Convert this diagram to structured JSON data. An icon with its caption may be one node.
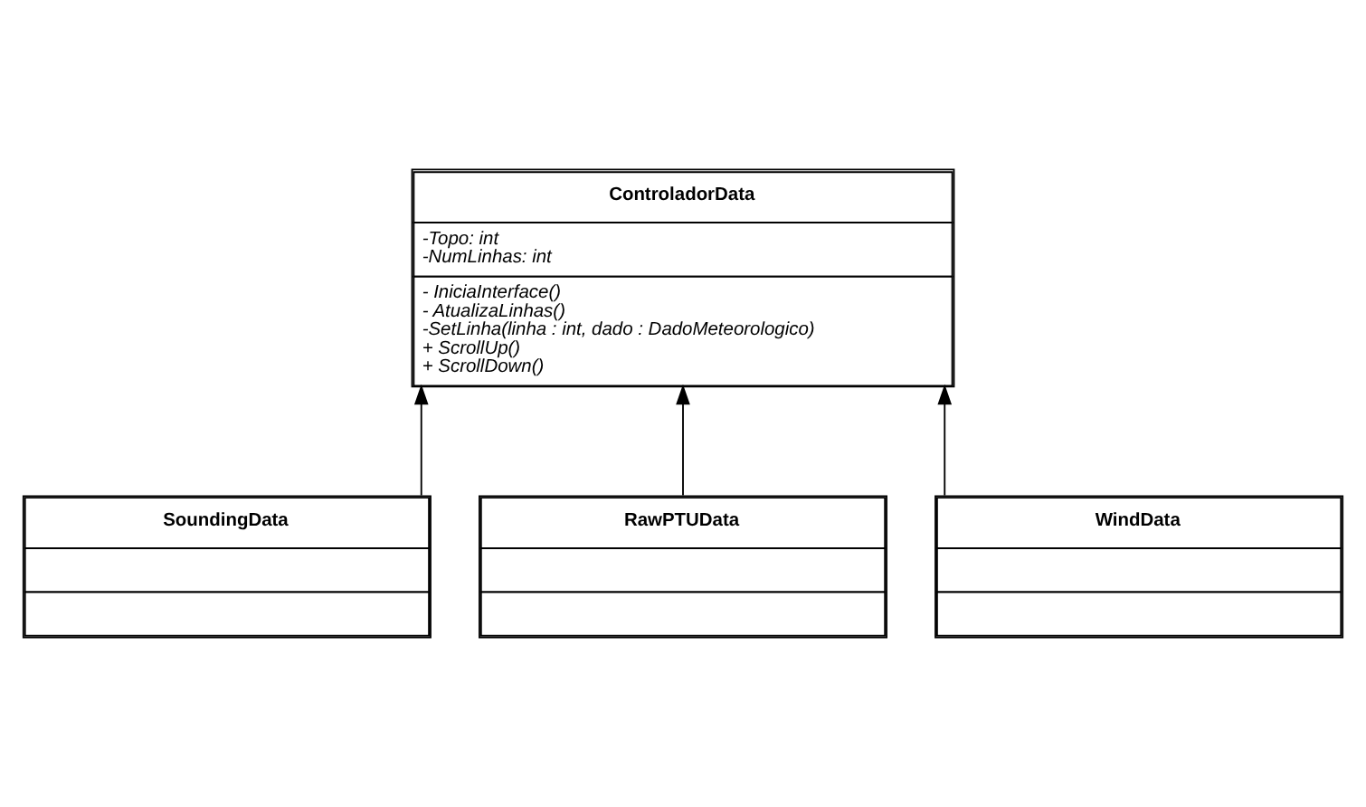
{
  "diagram": {
    "nodes": [
      {
        "text": [
          "ControladorData",
          "-Topo: int",
          "-NumLinhas: int",
          "- IniciaInterface()",
          "- AtualizaLinhas()",
          "-SetLinha(linha : int, dado : DadoMeteorologico)",
          "+ ScrollUp()",
          "+ ScrollDown()"
        ]
      },
      {
        "text": [
          "SoundingData"
        ]
      },
      {
        "text": [
          "RawPTUData"
        ]
      },
      {
        "text": [
          "WindData"
        ]
      }
    ],
    "edges": [
      {
        "from": 1,
        "to": 0,
        "arrow": "to"
      },
      {
        "from": 2,
        "to": 0,
        "arrow": "to"
      },
      {
        "from": 3,
        "to": 0,
        "arrow": "to"
      }
    ]
  }
}
